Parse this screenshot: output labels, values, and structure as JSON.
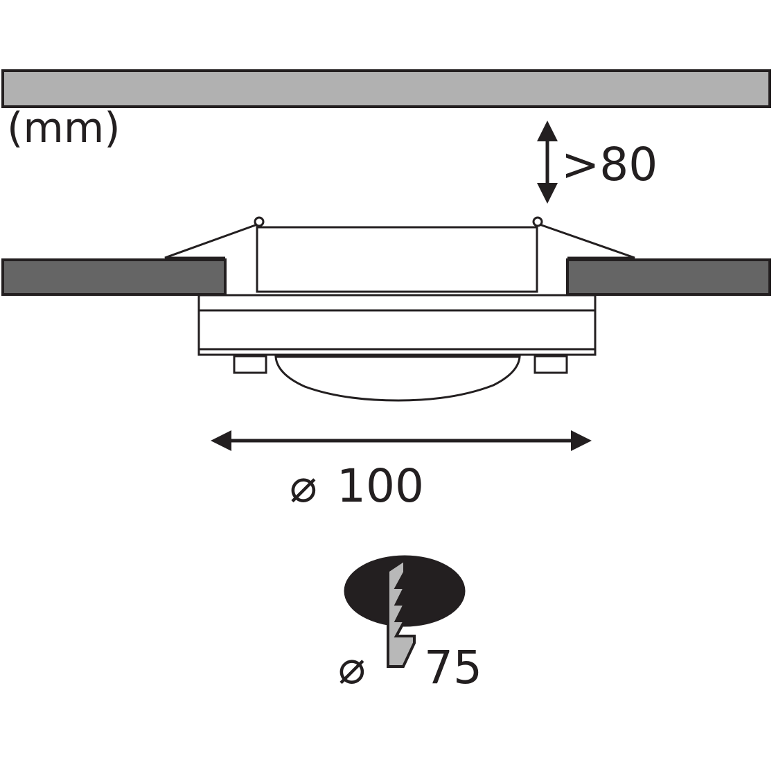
{
  "labels": {
    "unit": "(mm)",
    "clearance": ">80",
    "diameter_symbol": "⌀",
    "fixture_diameter": "100",
    "cutout_diameter": "75"
  },
  "colors": {
    "ink": "#231f20",
    "ceiling_board": "#b1b1b1",
    "panel": "#656565",
    "cutout": "#231f20",
    "drill_bit": "#b8b8b8"
  }
}
